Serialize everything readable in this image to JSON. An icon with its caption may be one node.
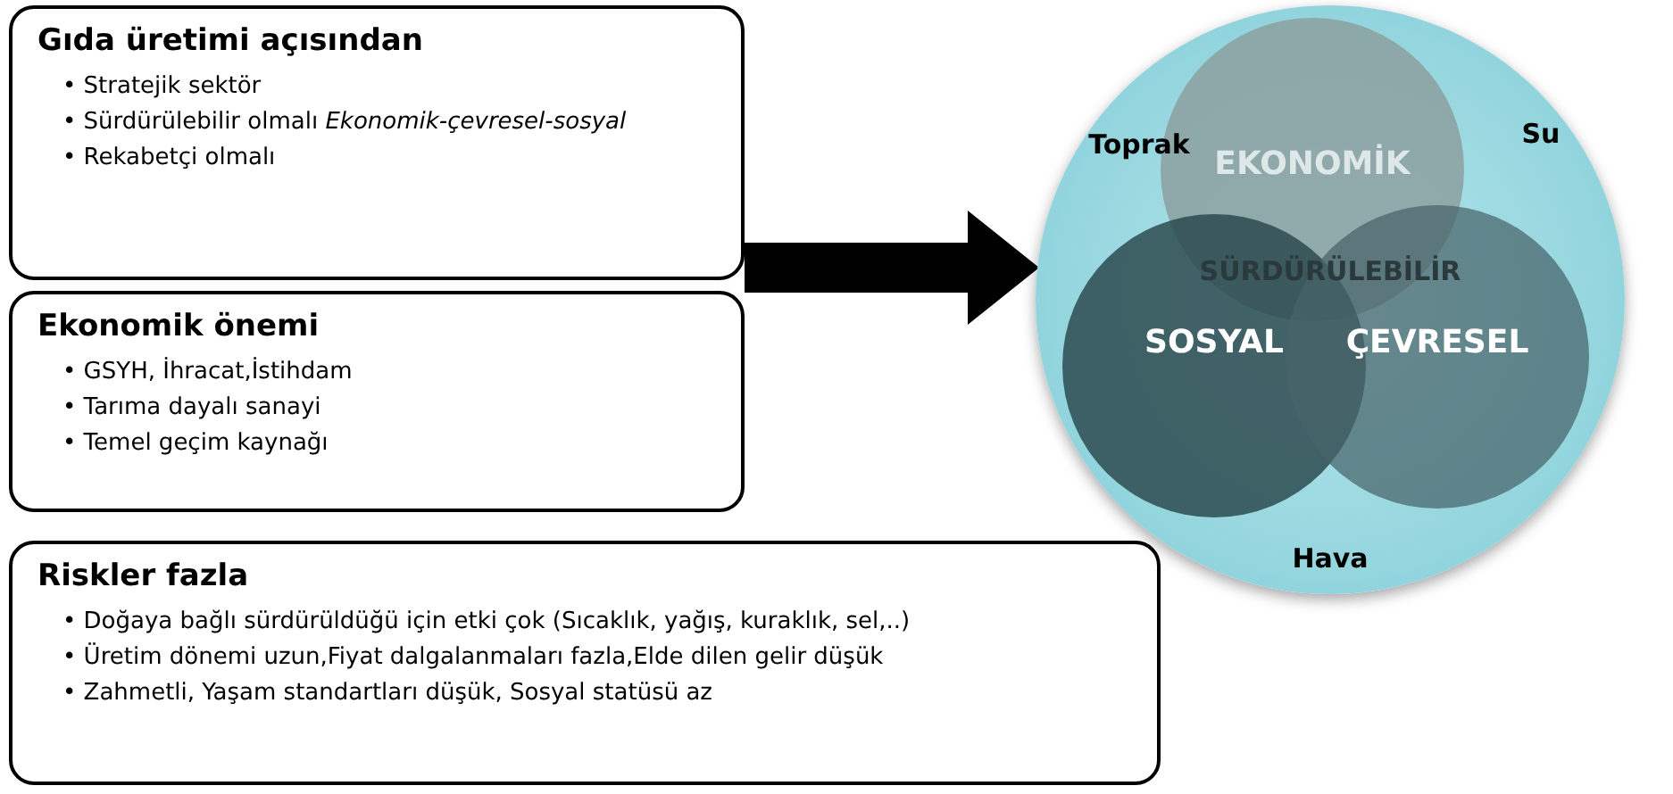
{
  "diagram": {
    "nodes": [
      {
        "text": [
          "Gıda üretimi açısından",
          "• Stratejik sektör",
          "• Sürdürülebilir olmalı *Ekonomik-çevresel-sosyal*",
          "• Rekabetçi olmalı"
        ]
      },
      {
        "text": [
          "Ekonomik önemi",
          "• GSYH, İhracat,İstihdam",
          "• Tarıma dayalı sanayi",
          "• Temel geçim kaynağı"
        ]
      },
      {
        "text": [
          "Riskler fazla",
          "• Doğaya bağlı sürdürüldüğü için etki çok (Sıcaklık, yağış, kuraklık, sel,..)",
          "• Üretim dönemi uzun,Fiyat dalgalanmaları fazla,Elde dilen gelir düşük",
          "• Zahmetli, Yaşam standartları düşük, Sosyal statüsü az"
        ]
      },
      {
        "text": [
          "Toprak",
          "Su",
          "Hava"
        ]
      },
      {
        "text": [
          "EKONOMİK"
        ],
        "in": 3
      },
      {
        "text": [
          "SOSYAL"
        ],
        "in": 3
      },
      {
        "text": [
          "ÇEVRESEL"
        ],
        "in": 3
      }
    ],
    "edges": [
      {
        "from": 0,
        "to": 3,
        "arrow": "to"
      }
    ],
    "labels": [
      "SÜRDÜRÜLEBİLİR"
    ]
  }
}
